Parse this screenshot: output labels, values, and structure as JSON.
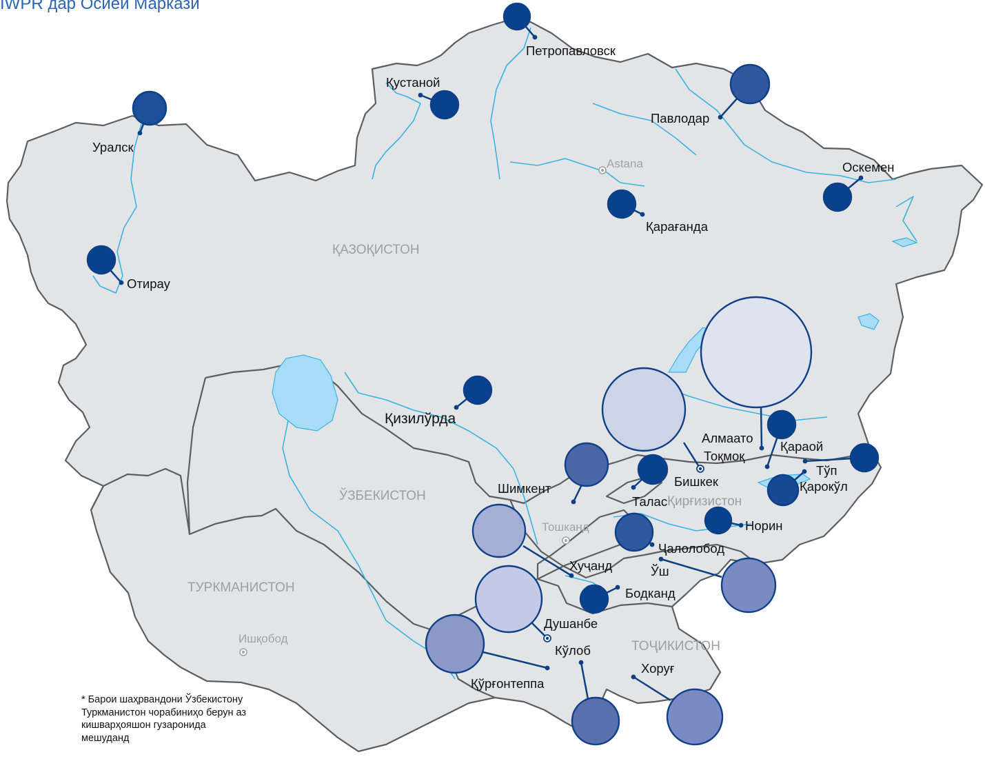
{
  "title": "IWPR дар Осиёи Марказӣ",
  "footnote": "* Барои шаҳрвандони Ўзбекистону Туркманистон чорабиниҳо берун аз кишварҳояшон гузаронида мешуданд",
  "colors": {
    "land": "#e3e4e6",
    "border": "#5b5e61",
    "water": "#37b3e3",
    "lake": "#a8dcf6",
    "marker_outline": "#0f3f86",
    "title": "#2a64b4"
  },
  "countries": [
    {
      "id": "kz",
      "label": "ҚАЗОҚИСТОН"
    },
    {
      "id": "uz",
      "label": "ЎЗБЕКИСТОН"
    },
    {
      "id": "tm",
      "label": "ТУРКМАНИСТОН"
    },
    {
      "id": "kg",
      "label": "Қирғизистон"
    },
    {
      "id": "tj",
      "label": "ТОҶИКИСТОН"
    }
  ],
  "capitals": [
    {
      "id": "astana",
      "label": "Astana"
    },
    {
      "id": "tashkent",
      "label": "Тошканд"
    },
    {
      "id": "ashgabat",
      "label": "Ишқобод"
    }
  ],
  "cities": [
    {
      "id": "petropavlovsk",
      "label": "Петропавловск",
      "level": "dark"
    },
    {
      "id": "kostanay",
      "label": "Қустаной",
      "level": "dark"
    },
    {
      "id": "uralsk",
      "label": "Уралск",
      "level": "dark"
    },
    {
      "id": "pavlodar",
      "label": "Павлодар",
      "level": "medium"
    },
    {
      "id": "oskemen",
      "label": "Оскемен",
      "level": "dark"
    },
    {
      "id": "karaganda",
      "label": "Қарағанда",
      "level": "dark"
    },
    {
      "id": "atyrau",
      "label": "Отирау",
      "level": "dark"
    },
    {
      "id": "kyzylorda",
      "label": "Қизилўрда",
      "level": "dark"
    },
    {
      "id": "almaty",
      "label": "Алмаато",
      "level": "very-light"
    },
    {
      "id": "tokmok",
      "label": "Тоқмоқ",
      "level": "light"
    },
    {
      "id": "bishkek",
      "label": "Бишкек",
      "level": "light"
    },
    {
      "id": "karaoy",
      "label": "Қараой",
      "level": "dark"
    },
    {
      "id": "tyup",
      "label": "Тўп",
      "level": "dark"
    },
    {
      "id": "karakol",
      "label": "Қарокўл",
      "level": "dark"
    },
    {
      "id": "shymkent",
      "label": "Шимкент",
      "level": "medium"
    },
    {
      "id": "talas",
      "label": "Талас",
      "level": "dark"
    },
    {
      "id": "naryn",
      "label": "Норин",
      "level": "dark"
    },
    {
      "id": "jalalabad",
      "label": "Ҷалолобод",
      "level": "medium"
    },
    {
      "id": "khujand",
      "label": "Хуҷанд",
      "level": "light-medium"
    },
    {
      "id": "osh",
      "label": "Ўш",
      "level": "medium-light"
    },
    {
      "id": "batken",
      "label": "Бодканд",
      "level": "dark"
    },
    {
      "id": "dushanbe",
      "label": "Душанбе",
      "level": "light"
    },
    {
      "id": "kulob",
      "label": "Кўлоб",
      "level": "medium"
    },
    {
      "id": "kurgonteppa",
      "label": "Қўрғонтеппа",
      "level": "medium-light"
    },
    {
      "id": "khorog",
      "label": "Хоруғ",
      "level": "medium-light"
    }
  ]
}
